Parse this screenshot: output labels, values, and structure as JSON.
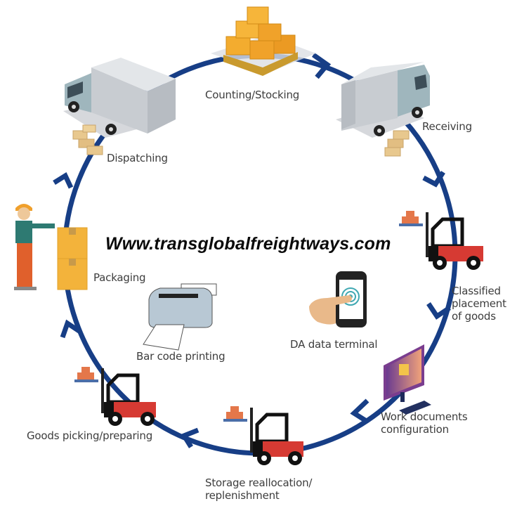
{
  "title": "Warehouse logistics cycle",
  "watermark_url": "Www.transglobalfreightways.com",
  "colors": {
    "ring": "#173e86",
    "label": "#3d3d3d",
    "box": "#f0a92e",
    "forklift_red": "#d63a33"
  },
  "steps": [
    {
      "label": "Counting/Stocking",
      "icon": "stacked-boxes-pallet-icon"
    },
    {
      "label": "Receiving",
      "icon": "delivery-truck-icon"
    },
    {
      "label": "Classified placement of goods",
      "lines": [
        "Classified",
        "placement",
        "of goods"
      ],
      "icon": "forklift-icon"
    },
    {
      "label": "Work documents configuration",
      "lines": [
        "Work documents",
        "configuration"
      ],
      "icon": "computer-monitor-icon"
    },
    {
      "label": "Storage reallocation/ replenishment",
      "lines": [
        "Storage reallocation/",
        "replenishment"
      ],
      "icon": "forklift-icon"
    },
    {
      "label": "Goods picking/preparing",
      "icon": "forklift-icon"
    },
    {
      "label": "Packaging",
      "icon": "worker-boxes-icon"
    },
    {
      "label": "Dispatching",
      "icon": "delivery-truck-icon"
    }
  ],
  "center_items": [
    {
      "label": "Bar code printing",
      "icon": "printer-icon"
    },
    {
      "label": "DA data terminal",
      "icon": "touch-phone-icon"
    }
  ]
}
